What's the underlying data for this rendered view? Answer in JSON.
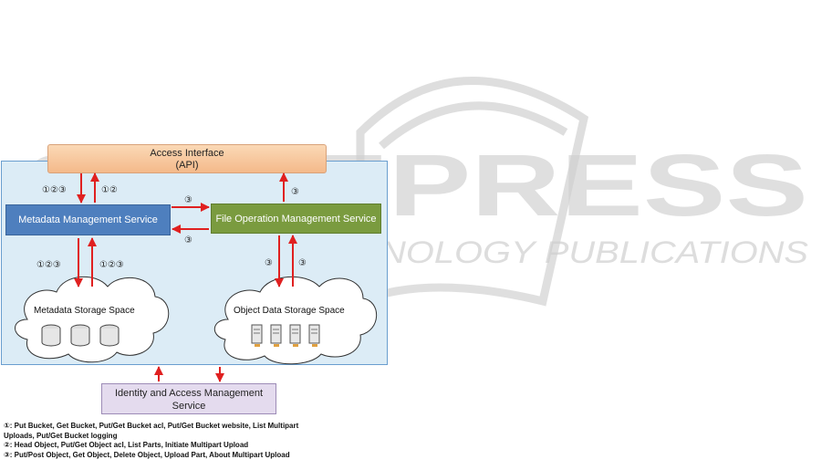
{
  "watermark": {
    "main": "SCITEPRESS",
    "sub": "SCIENCE AND TECHNOLOGY PUBLICATIONS"
  },
  "diagram": {
    "access_interface": {
      "line1": "Access Interface",
      "line2": "(API)"
    },
    "metadata_service": "Metadata Management Service",
    "file_service": "File Operation Management Service",
    "metadata_storage": "Metadata Storage Space",
    "object_storage": "Object Data Storage Space",
    "iam": {
      "line1": "Identity and Access Management",
      "line2": "Service"
    },
    "labels": {
      "api_to_meta_down": "①②③",
      "meta_to_api_up": "①②",
      "meta_to_file": "③",
      "file_to_meta": "③",
      "file_to_api": "③",
      "meta_to_storage_down": "①②③",
      "storage_to_meta_up": "①②③",
      "file_to_object_down": "③",
      "object_to_file_up": "③"
    }
  },
  "legend": [
    "①: Put Bucket, Get Bucket, Put/Get Bucket acl, Put/Get Bucket website, List Multipart",
    "Uploads, Put/Get Bucket logging",
    "②: Head Object, Put/Get Object acl, List Parts, Initiate Multipart Upload",
    "③: Put/Post Object, Get Object, Delete Object, Upload Part, About Multipart Upload"
  ],
  "colors": {
    "arrow": "#e02020",
    "panel_bg": "#dcecf6",
    "metadata_service": "#4e7fbe",
    "file_service": "#7a9b3f",
    "access_interface": "#f4b98a",
    "iam": "#e4dbee"
  }
}
